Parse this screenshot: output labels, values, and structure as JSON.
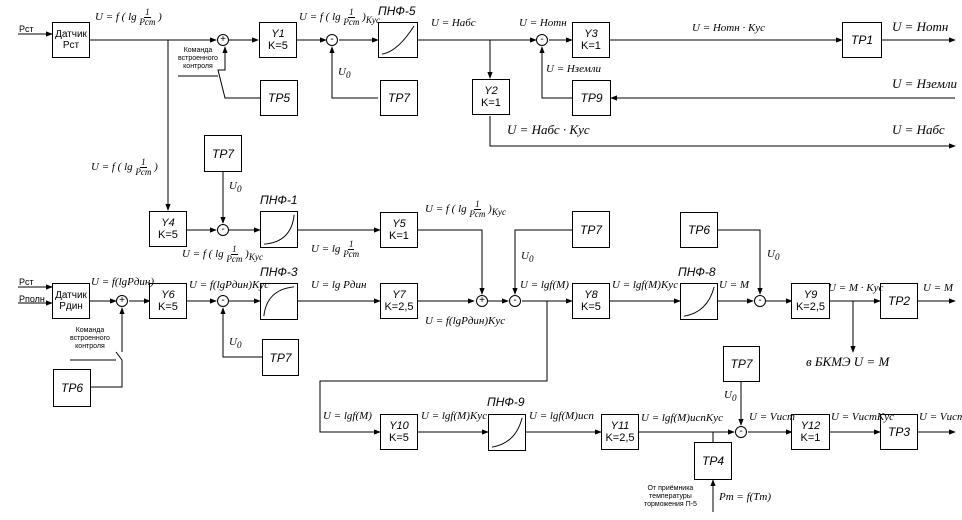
{
  "inputs": {
    "p_st_1": "Pст",
    "p_st_2": "Pст",
    "p_poln": "Pполн"
  },
  "sensors": {
    "d1": {
      "line1": "Датчик",
      "line2": "Pст"
    },
    "d2": {
      "line1": "Датчик",
      "line2": "Pдин"
    }
  },
  "amps": {
    "y1": {
      "name": "Y1",
      "k": "K=5"
    },
    "y2": {
      "name": "Y2",
      "k": "K=1"
    },
    "y3": {
      "name": "Y3",
      "k": "K=1"
    },
    "y4": {
      "name": "Y4",
      "k": "K=5"
    },
    "y5": {
      "name": "Y5",
      "k": "K=1"
    },
    "y6": {
      "name": "Y6",
      "k": "K=5"
    },
    "y7": {
      "name": "Y7",
      "k": "K=2,5"
    },
    "y8": {
      "name": "Y8",
      "k": "K=5"
    },
    "y9": {
      "name": "Y9",
      "k": "K=2,5"
    },
    "y10": {
      "name": "Y10",
      "k": "K=5"
    },
    "y11": {
      "name": "Y11",
      "k": "K=2,5"
    },
    "y12": {
      "name": "Y12",
      "k": "K=1"
    }
  },
  "tr": {
    "tr1": "ТР1",
    "tr2": "ТР2",
    "tr3": "ТР3",
    "tr4": "ТР4",
    "tr5": "ТР5",
    "tr6_a": "ТР6",
    "tr6_b": "ТР6",
    "tr7_a": "ТР7",
    "tr7_b": "ТР7",
    "tr7_c": "ТР7",
    "tr7_d": "ТР7",
    "tr7_e": "ТР7",
    "tr9": "ТР9"
  },
  "pnf_captions": {
    "pnf5": "ПНФ-5",
    "pnf1": "ПНФ-1",
    "pnf3": "ПНФ-3",
    "pnf8": "ПНФ-8",
    "pnf9": "ПНФ-9"
  },
  "sums": {
    "s1": "+",
    "s2": "-",
    "s3": "-",
    "s4": "-",
    "s5": "+",
    "s6": "-",
    "s7": "+",
    "s8": "-",
    "s9": "-",
    "s10": "-"
  },
  "notes": {
    "cmd1": "Команда\nвстроенного\nконтроля",
    "cmd2": "Команда\nвстроенного\nконтроля",
    "brake": "От приёмника\nтемпературы\nторможения П-5"
  },
  "labels": {
    "u0_1": "U",
    "u0_2": "U",
    "u0_3": "U",
    "u0_4": "U",
    "u0_5": "U",
    "u0_6": "U",
    "u0_sub": "0",
    "f_lg_pst_1": "U = f ( lg",
    "f_lg_pst_2": "U = f ( lg",
    "f_lg_pst_3": "U = f ( lg",
    "f_lg_pst_4": "U = f ( lg",
    "f_lg_pst_5": "U = f ( lg",
    "frac_num": "1",
    "frac_den": "Pст",
    "kus": "Kус",
    "u_habs": "U = Hабс",
    "u_hotn": "U = Hотн",
    "u_hotn_kus": "U = Hотн · Kус",
    "u_hotn_out": "U = Hотн",
    "u_hzemli": "U = Hземли",
    "u_hzemli_right": "U = Hземли",
    "u_habs_kus": "U = Hабс · Kус",
    "u_habs_out": "U = Hабс",
    "u_lg_pdin_1": "U = f(lgPдин)",
    "u_lg_pdin_2": "U = f(lgPдин)Kус",
    "u_lg_pdin_3": "U = lg Pдин",
    "u_lg_pdin_4": "U = f(lgPдин)Kус",
    "u_lg_pst": "U = lg",
    "u_lgfm_1": "U = lgf(M)",
    "u_lgfm_2": "U = lgf(M)Kус",
    "u_m": "U = M",
    "u_m_kus": "U = M · Kус",
    "u_m_out": "U = M",
    "bkmz": "в  БКМЭ   U = M",
    "u_lgfm_3": "U = lgf(M)",
    "u_lgfm_4": "U = lgf(M)Kус",
    "u_lgfm_5": "U = lgf(M)исп",
    "u_lgfm_6": "U = lgf(M)испKус",
    "u_vist": "U = Vист",
    "u_vist_kus": "U = VистKус",
    "u_vist_out": "U = Vист",
    "p_tt": "Pт = f(Tт)"
  }
}
